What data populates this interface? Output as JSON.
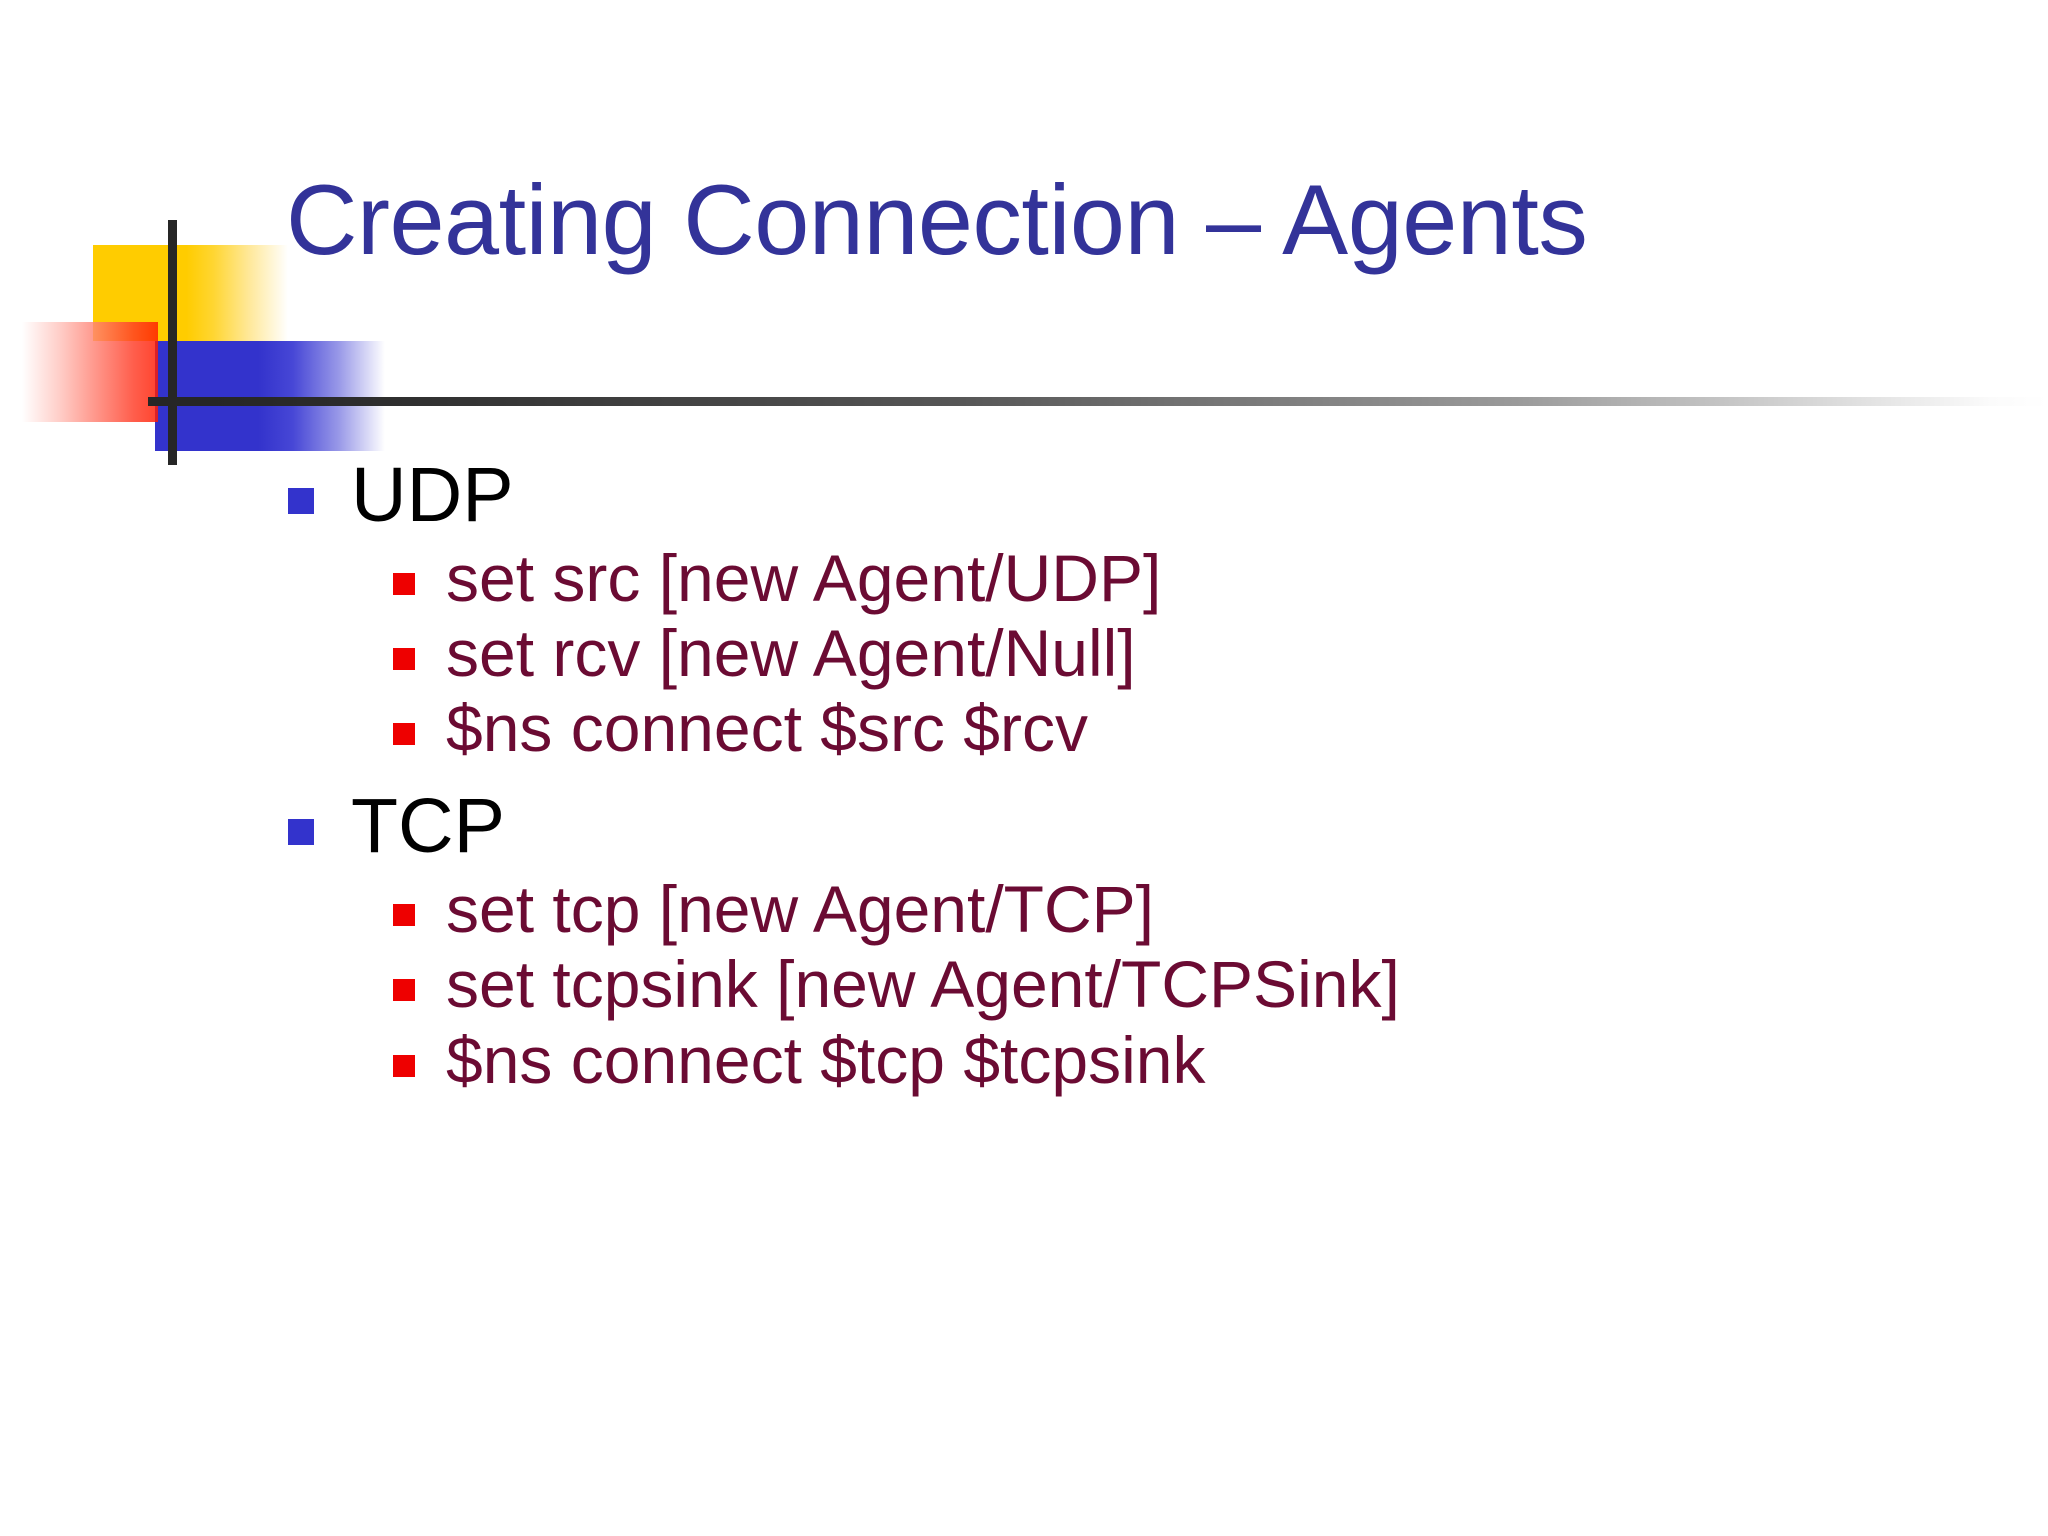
{
  "slide": {
    "title": "Creating Connection – Agents",
    "background_color": "#FFFFFF",
    "title_color": "#333399",
    "level1_text_color": "#000000",
    "level1_bullet_color": "#3333CC",
    "level2_text_color": "#6B0B33",
    "level2_bullet_color": "#EE0000"
  },
  "logo": {
    "yellow_color": "#FFCC00",
    "blue_color": "#3333CC",
    "red_color": "#FF1A00",
    "line_color": "#262626"
  },
  "content": {
    "groups": [
      {
        "heading": "UDP",
        "items": [
          "set src [new Agent/UDP]",
          "set rcv [new Agent/Null]",
          "$ns connect $src $rcv"
        ]
      },
      {
        "heading": "TCP",
        "items": [
          "set tcp [new Agent/TCP]",
          "set tcpsink [new Agent/TCPSink]",
          "$ns connect $tcp $tcpsink"
        ]
      }
    ]
  }
}
